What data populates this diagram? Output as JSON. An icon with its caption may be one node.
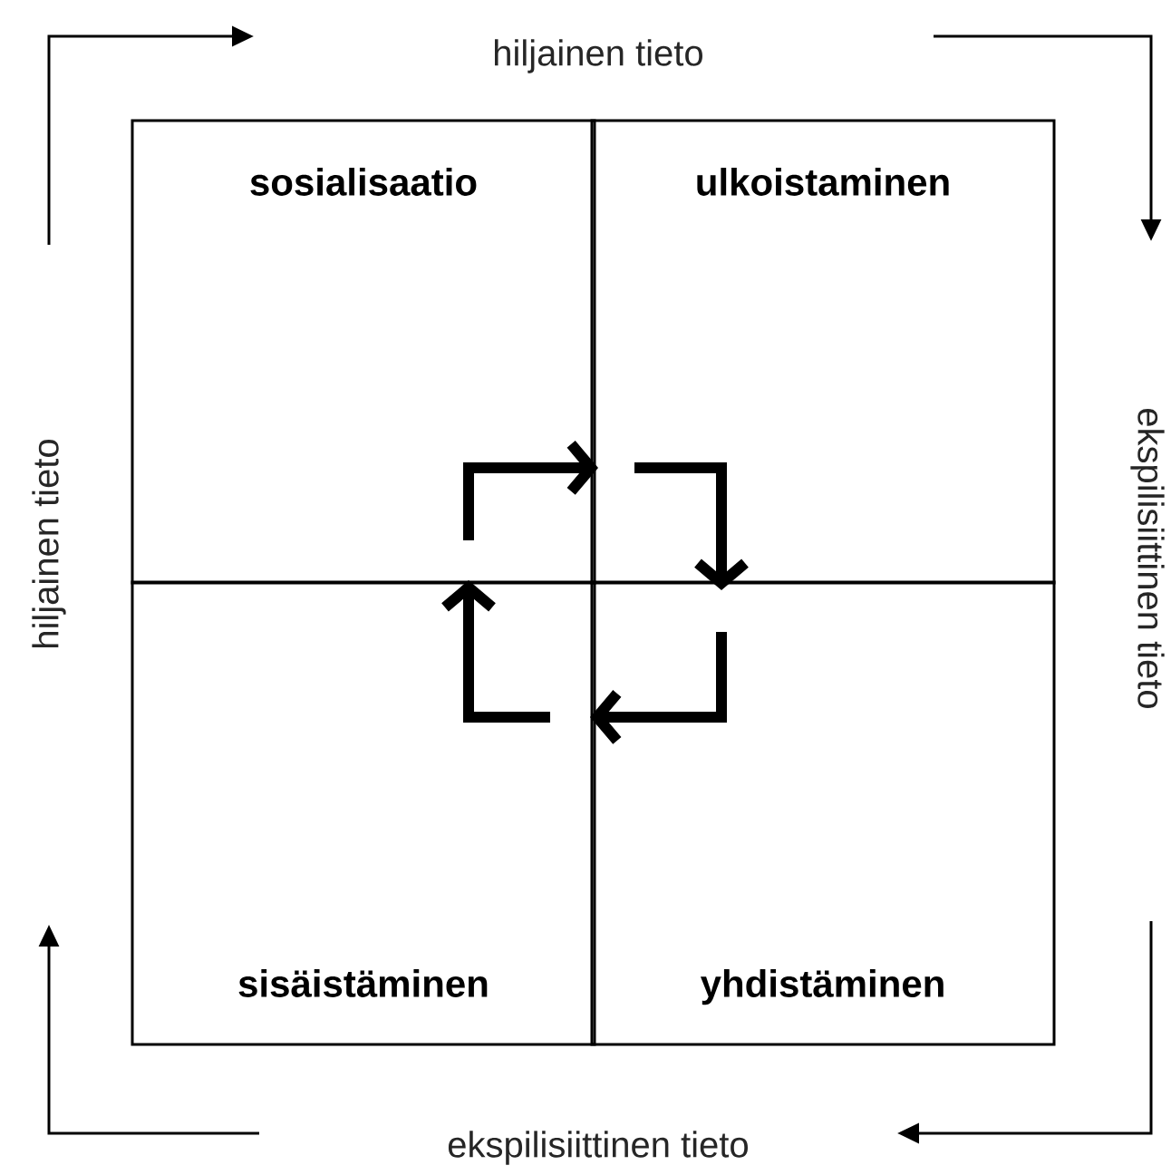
{
  "diagram": {
    "nodes": [
      {
        "text": [
          "sosialisaatio"
        ]
      },
      {
        "text": [
          "ulkoistaminen"
        ]
      },
      {
        "text": [
          "sisäistäminen"
        ]
      },
      {
        "text": [
          "yhdistäminen"
        ]
      }
    ],
    "edges": [
      {
        "from": 0,
        "to": 1,
        "arrow": "to"
      },
      {
        "from": 1,
        "to": 3,
        "arrow": "to"
      },
      {
        "from": 3,
        "to": 2,
        "arrow": "to"
      },
      {
        "from": 2,
        "to": 0,
        "arrow": "to"
      }
    ],
    "labels": [
      "hiljainen tieto",
      "hiljainen tieto",
      "ekspilisiittinen tieto",
      "ekspilisiittinen tieto"
    ]
  }
}
